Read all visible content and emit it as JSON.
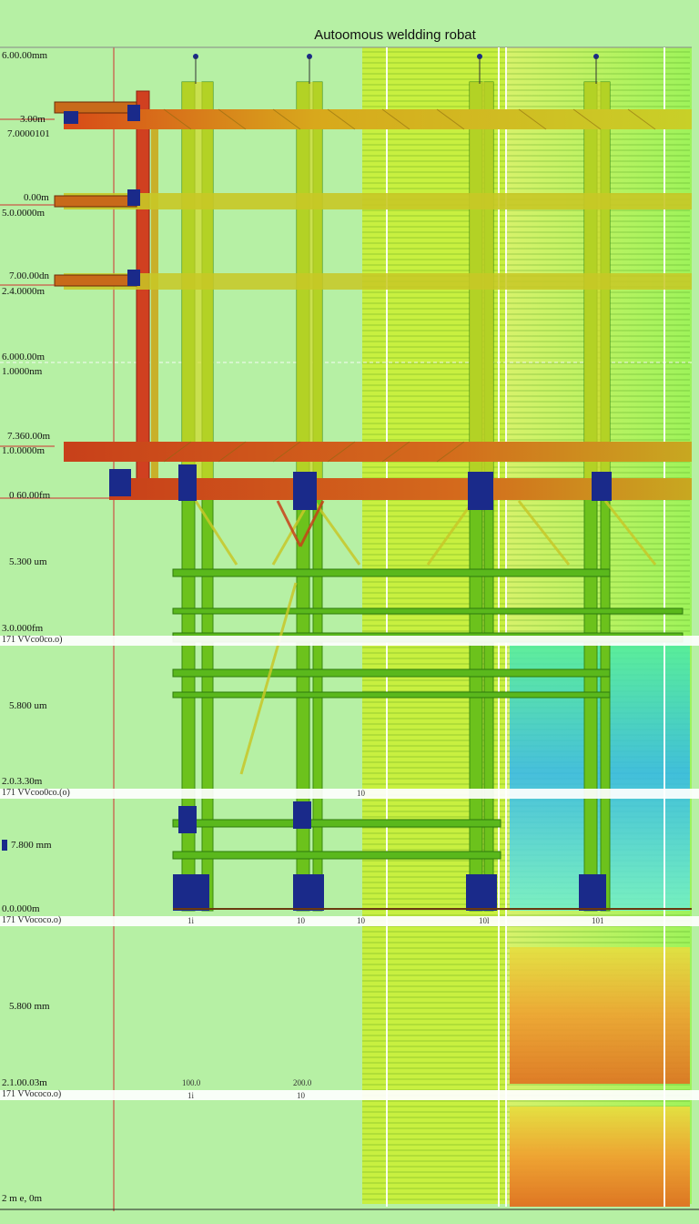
{
  "title": "Autoomous weldding robat",
  "left_labels": [
    "6.00.00mm",
    "3.00m",
    "7.0000101",
    "0.00m",
    "5.0.0000m",
    "7.00.00dn",
    "2.4.0000m",
    "6.000.00m",
    "1.0000nm",
    "7.360.00m",
    "1.0.0000m",
    "0 60.00fm",
    "5.300 um",
    "3.0.000fm",
    "5.800 um",
    "2.0.3.30m",
    "7.800 mm",
    "0.0.000m",
    "5.800 mm",
    "2.1.00.03m",
    "2 m e, 0m"
  ],
  "band_labels": [
    "171 VVco0co.o)",
    "171 VVcoo0co.(o)",
    "171 VVococo.o)",
    "171 VVococo.o)"
  ],
  "tick_labels": [
    "1i",
    "10",
    "10l",
    "101",
    "100.0",
    "200.0",
    "1i",
    "10",
    "10",
    "10"
  ]
}
